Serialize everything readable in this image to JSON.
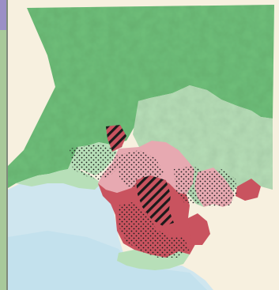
{
  "map": {
    "type": "choropleth",
    "region": "county",
    "legend": [],
    "colors": {
      "background": "#f7f0df",
      "ocean": "#cfe6ef",
      "ocean_deep": "#b9dcea",
      "green_dark": "#6fc07a",
      "green_mid": "#8ccf8f",
      "green_light": "#b7dfb8",
      "pink_light": "#e7a9b1",
      "pink_mid": "#dc8791",
      "red": "#c9535f",
      "hatch": "#1a1a1a",
      "sidebar_top": "#9b8fc6",
      "sidebar_body": "#a8c99a"
    },
    "categories": [
      {
        "key": "low",
        "fill": "green_dark"
      },
      {
        "key": "moderate",
        "fill": "green_light"
      },
      {
        "key": "elevated",
        "fill": "pink_light"
      },
      {
        "key": "high",
        "fill": "red"
      }
    ],
    "overlays": [
      {
        "pattern": "stipple"
      },
      {
        "pattern": "diagonal-hatch"
      }
    ]
  }
}
